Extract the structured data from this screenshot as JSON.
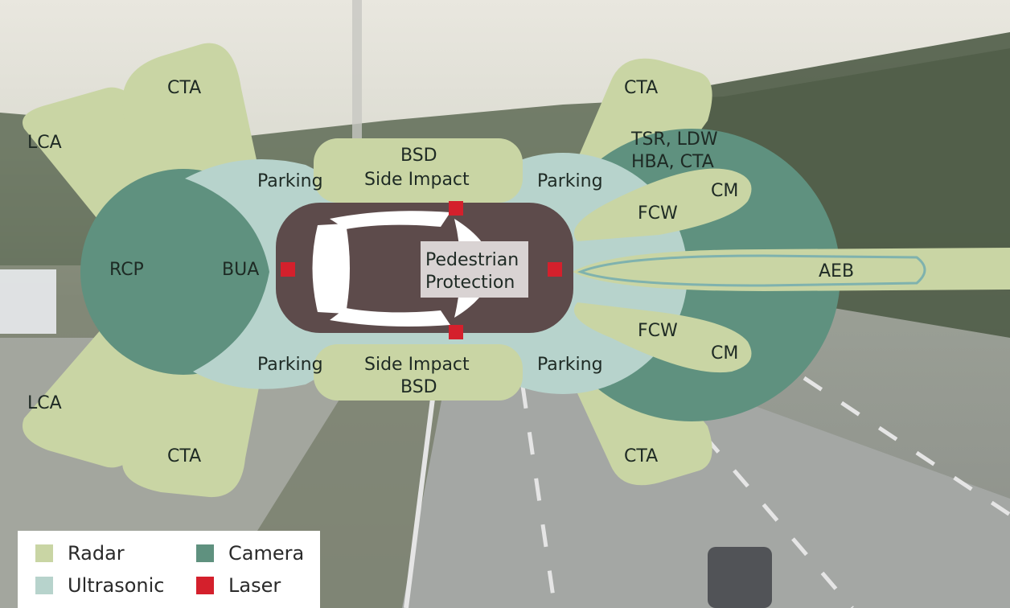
{
  "colors": {
    "radar": "#c9d5a4",
    "ultrasonic": "#b7d3cc",
    "camera": "#5f917f",
    "laser": "#d4202c",
    "car_body": "#5d4b4b"
  },
  "zones": {
    "cta_rear_top": "CTA",
    "cta_rear_bottom": "CTA",
    "cta_front_top": "CTA",
    "cta_front_bottom": "CTA",
    "lca_top": "LCA",
    "lca_bottom": "LCA",
    "rcp": "RCP",
    "bua": "BUA",
    "parking_rl": "Parking",
    "parking_rr": "Parking",
    "parking_fl": "Parking",
    "parking_fr": "Parking",
    "bsd_top": "BSD",
    "side_impact_top": "Side Impact",
    "side_impact_bottom": "Side Impact",
    "bsd_bottom": "BSD",
    "tsr_ldw": "TSR, LDW",
    "hba_cta": "HBA, CTA",
    "cm_top": "CM",
    "cm_bottom": "CM",
    "fcw_top": "FCW",
    "fcw_bottom": "FCW",
    "aeb": "AEB",
    "pedestrian_line1": "Pedestrian",
    "pedestrian_line2": "Protection"
  },
  "legend": {
    "radar": "Radar",
    "camera": "Camera",
    "ultrasonic": "Ultrasonic",
    "laser": "Laser"
  }
}
